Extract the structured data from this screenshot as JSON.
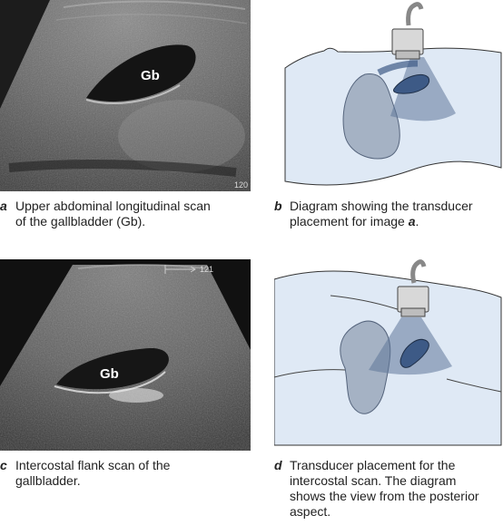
{
  "panel_a": {
    "structure_label": "Gb",
    "depth_marker": "120",
    "caption_letter": "a",
    "caption_line1": "Upper abdominal longitudinal scan",
    "caption_line2": "of the gallbladder (Gb)."
  },
  "panel_b": {
    "caption_letter": "b",
    "caption_line1": "Diagram showing the transducer",
    "caption_line2_prefix": "placement for image ",
    "caption_line2_ref": "a",
    "caption_line2_suffix": "."
  },
  "panel_c": {
    "structure_label": "Gb",
    "depth_marker": "121",
    "caption_letter": "c",
    "caption_line1": "Intercostal flank scan of the",
    "caption_line2": "gallbladder."
  },
  "panel_d": {
    "caption_letter": "d",
    "caption_line1": "Transducer placement for the",
    "caption_line2": "intercostal scan. The diagram",
    "caption_line3": "shows the view from the posterior",
    "caption_line4": "aspect."
  },
  "colors": {
    "body_fill": "#dfe9f5",
    "organ_fill": "#a5b2c4",
    "beam_fill": "#5f7699",
    "gallbladder_fill": "#3d5a86",
    "transducer_body": "#d8d8d8"
  }
}
